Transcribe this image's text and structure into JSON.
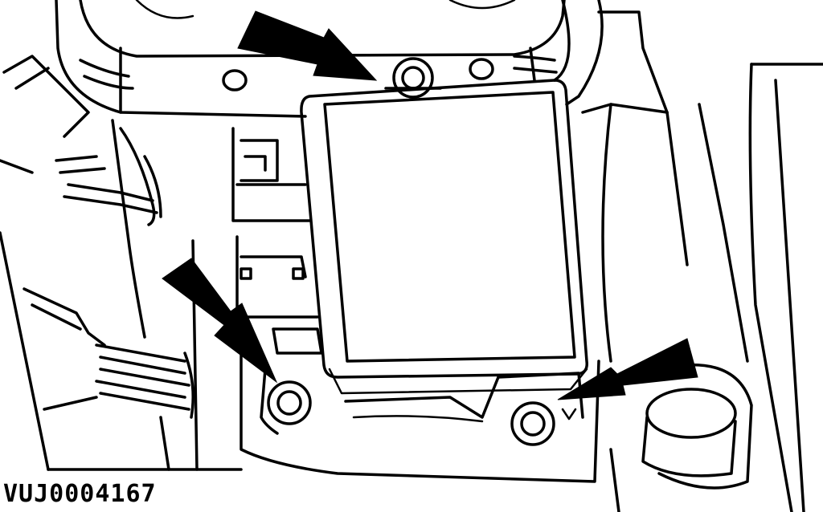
{
  "figure": {
    "reference_code": "VUJ0004167"
  },
  "callouts": [
    {
      "name": "top-mounting-nut-arrow",
      "points_to": "top-mounting-nut"
    },
    {
      "name": "left-mounting-nut-arrow",
      "points_to": "lower-left-mounting-nut"
    },
    {
      "name": "right-mounting-nut-arrow",
      "points_to": "lower-right-mounting-nut"
    }
  ],
  "colors": {
    "line": "#000000",
    "background": "#ffffff"
  }
}
